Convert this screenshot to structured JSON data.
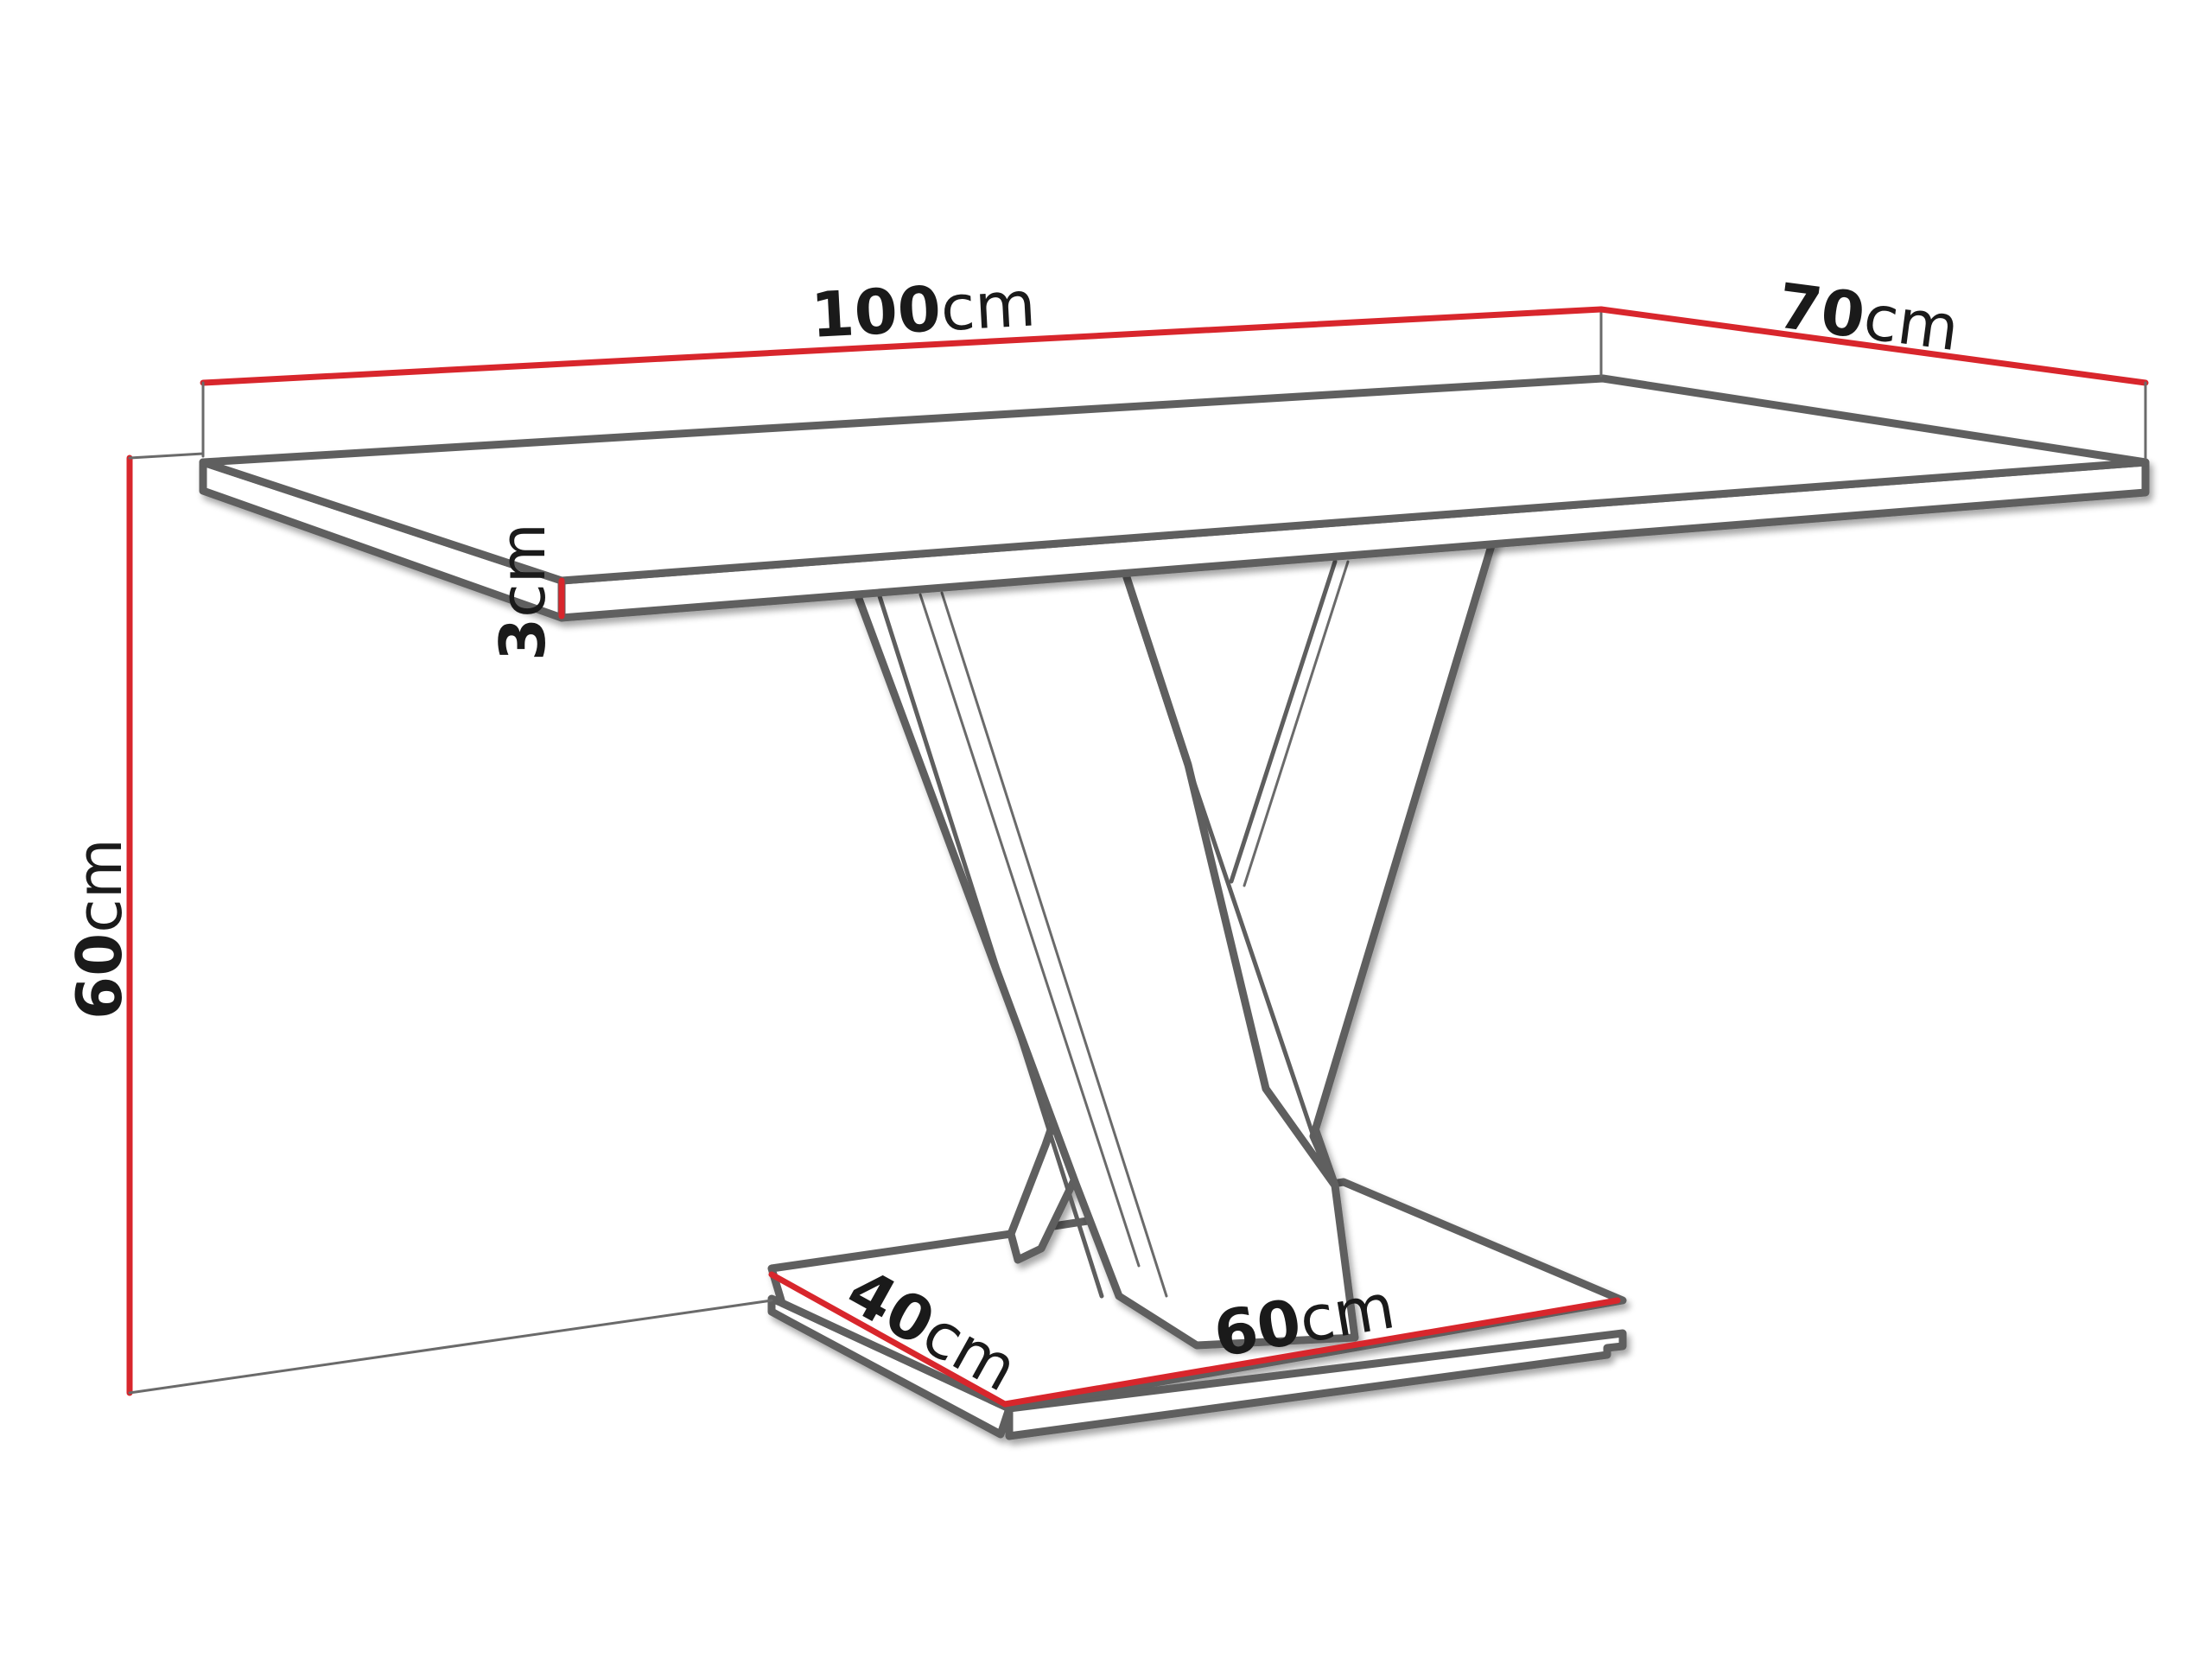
{
  "dimensions": {
    "top_length": {
      "value": "100",
      "unit": "cm"
    },
    "top_width": {
      "value": "70",
      "unit": "cm"
    },
    "top_thickness": {
      "value": "3",
      "unit": "cm"
    },
    "height": {
      "value": "60",
      "unit": "cm"
    },
    "base_width": {
      "value": "40",
      "unit": "cm"
    },
    "base_length": {
      "value": "60",
      "unit": "cm"
    }
  },
  "colors": {
    "outline": "#5e5e5e",
    "dimension_line": "#d8262c",
    "text": "#1a1a1a",
    "background": "#ffffff"
  }
}
